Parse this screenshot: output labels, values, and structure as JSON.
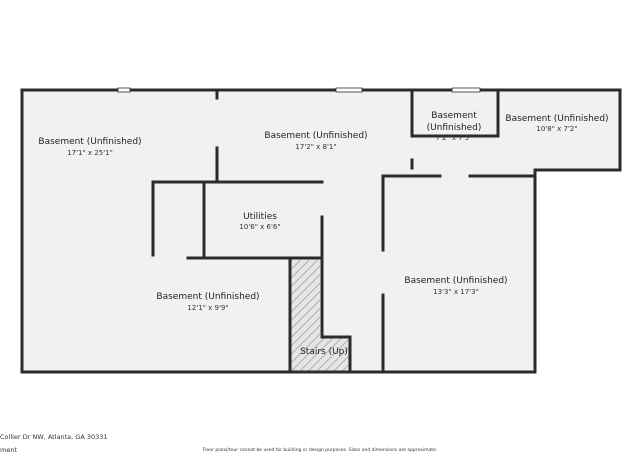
{
  "rooms": {
    "basement_west": {
      "name": "Basement (Unfinished)",
      "dims": "17'1\" x 25'1\""
    },
    "basement_north": {
      "name": "Basement (Unfinished)",
      "dims": "17'2\" x 8'1\""
    },
    "basement_small_line1": "Basement",
    "basement_small_line2": "(Unfinished)",
    "basement_small_dims": "7'2\" x 7'5\"",
    "basement_east": {
      "name": "Basement (Unfinished)",
      "dims": "10'8\" x 7'2\""
    },
    "utilities": {
      "name": "Utilities",
      "dims": "10'6\" x 6'6\""
    },
    "basement_southwest": {
      "name": "Basement (Unfinished)",
      "dims": "12'1\" x 9'9\""
    },
    "basement_southeast": {
      "name": "Basement (Unfinished)",
      "dims": "13'3\" x 17'3\""
    },
    "stairs": {
      "name": "Stairs (Up)"
    }
  },
  "footer": {
    "address": "Collier Dr NW, Atlanta, GA 30331",
    "brand": "ment",
    "disclaimer": "Floor plans/tour cannot be used for building or design purposes. Sizes and dimensions are approximate."
  },
  "colors": {
    "wall": "#2b2b2b",
    "floor": "#f1f1f1",
    "stairs_hatch": "#9a9a9a"
  }
}
